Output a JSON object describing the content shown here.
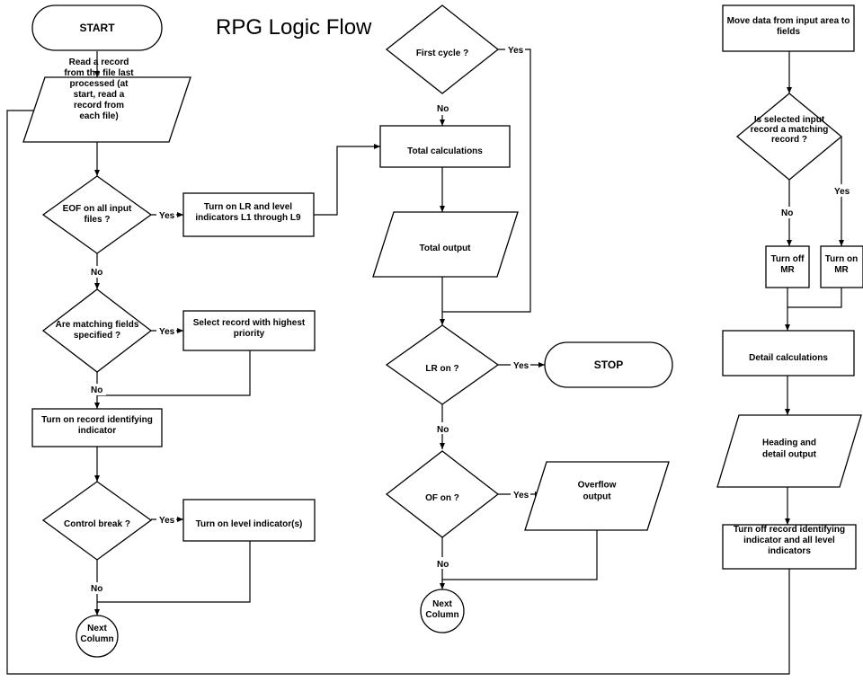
{
  "title": "RPG Logic Flow",
  "shapes": {
    "start": "START",
    "read_record": [
      "Read a record",
      "from the file last",
      "processed (at",
      "start, read a",
      "record from",
      "each file)"
    ],
    "eof_decision": [
      "EOF on all input",
      "files ?"
    ],
    "turn_on_lr": [
      "Turn on LR and level",
      "indicators L1 through L9"
    ],
    "matching_decision": [
      "Are matching fields",
      "specified ?"
    ],
    "select_record": [
      "Select record with highest",
      "priority"
    ],
    "record_identifying": [
      "Turn on record identifying",
      "indicator"
    ],
    "control_break": [
      "Control break ?"
    ],
    "turn_on_level": [
      "Turn on level indicator(s)"
    ],
    "next_column_1": [
      "Next",
      "Column"
    ],
    "first_cycle": [
      "First cycle ?"
    ],
    "total_calculations": [
      "Total calculations"
    ],
    "total_output": [
      "Total output"
    ],
    "lr_on": [
      "LR on ?"
    ],
    "stop": "STOP",
    "of_on": [
      "OF on ?"
    ],
    "overflow_output": [
      "Overflow",
      "output"
    ],
    "next_column_2": [
      "Next",
      "Column"
    ],
    "move_data": [
      "Move data from input area to",
      "fields"
    ],
    "matching_record": [
      "Is selected input",
      "record a matching",
      "record ?"
    ],
    "turn_off_mr": [
      "Turn off",
      "MR"
    ],
    "turn_on_mr": [
      "Turn on",
      "MR"
    ],
    "detail_calculations": [
      "Detail calculations"
    ],
    "heading_detail_output": [
      "Heading and",
      "detail output"
    ],
    "turn_off_indicators": [
      "Turn off record identifying",
      "indicator and all level",
      "indicators"
    ]
  },
  "labels": {
    "yes": "Yes",
    "no": "No"
  }
}
